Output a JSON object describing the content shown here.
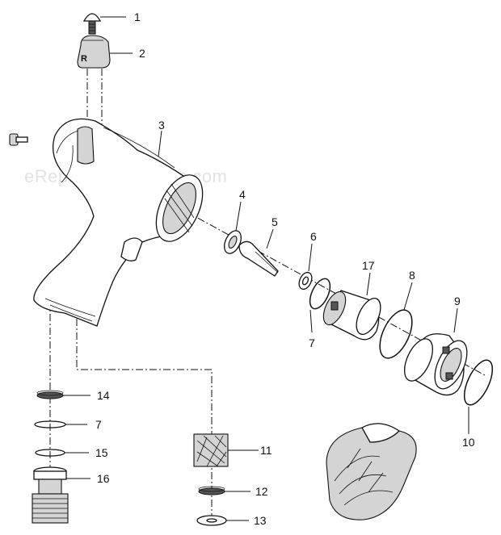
{
  "watermark": "eReplacementParts.com",
  "callouts": [
    "1",
    "2",
    "3",
    "4",
    "5",
    "6",
    "7",
    "8",
    "9",
    "10",
    "11",
    "12",
    "13",
    "14",
    "15",
    "16",
    "17"
  ],
  "housing_marking": "R",
  "colors": {
    "line": "#111111",
    "shade": "#d4d4d4",
    "watermark": "#e3e3e3"
  }
}
